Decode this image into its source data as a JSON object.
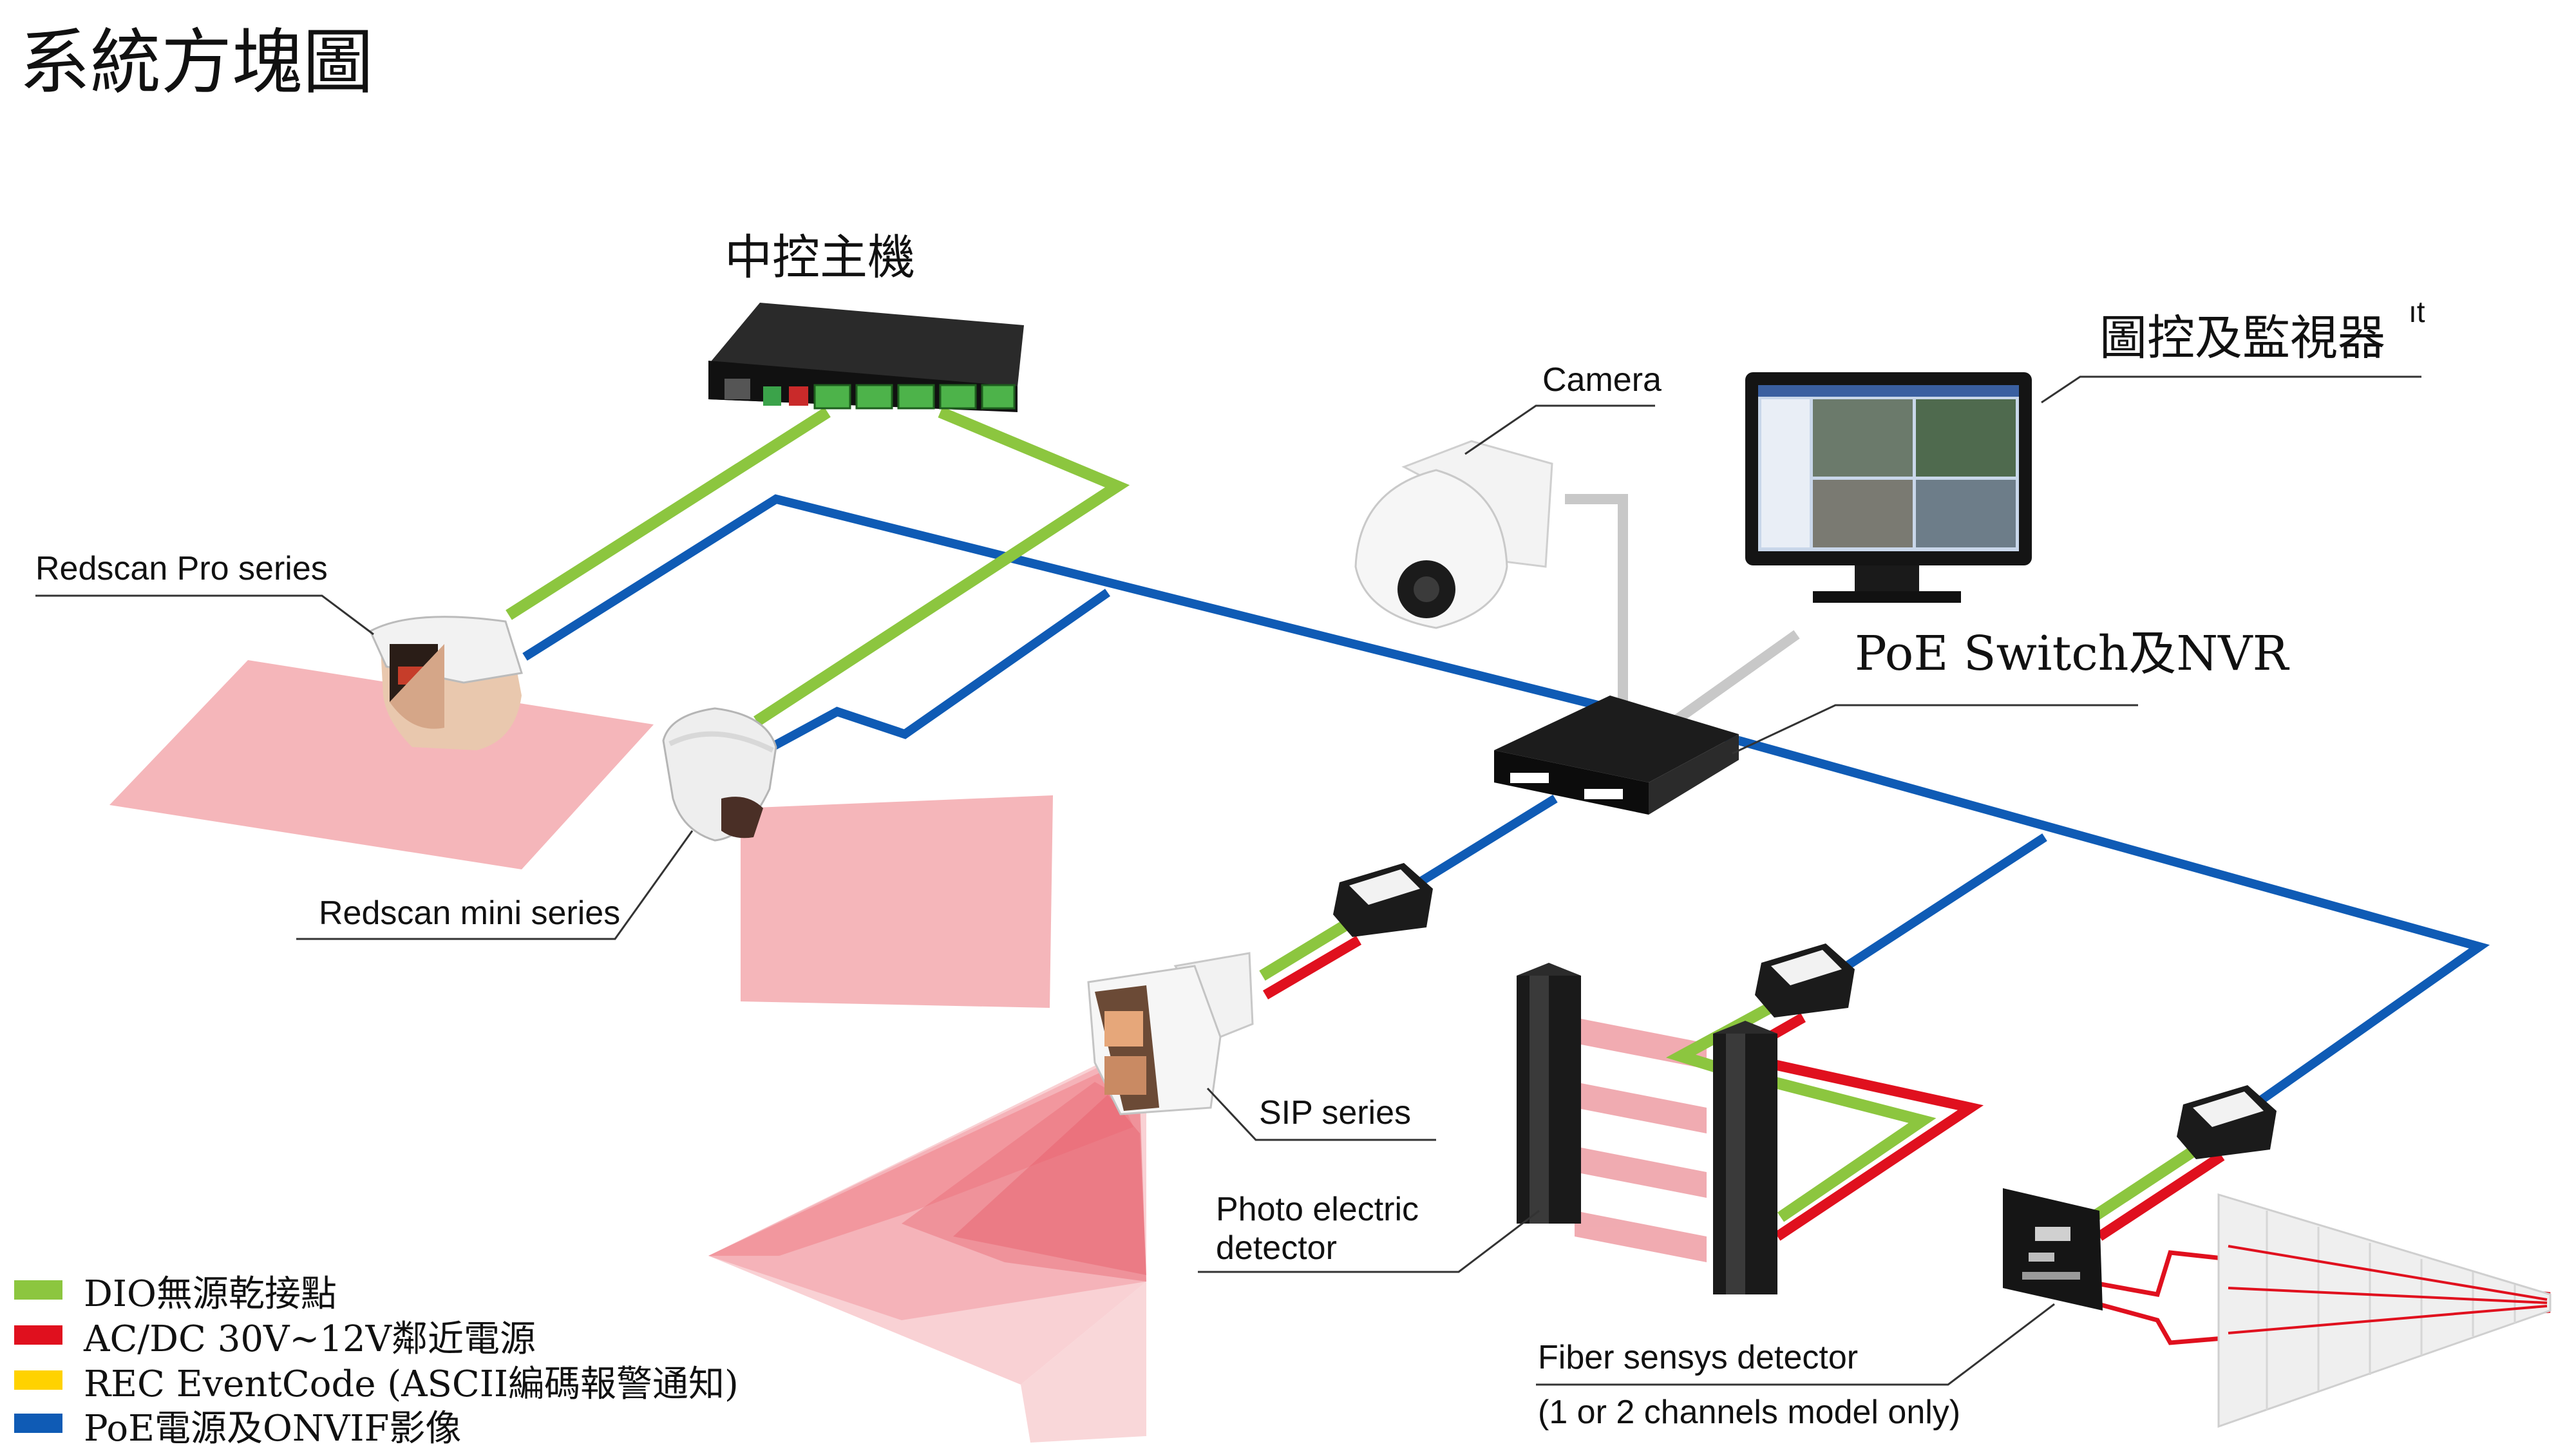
{
  "title": "系統方塊圖",
  "colors": {
    "dio": "#8cc63f",
    "power": "#e0101e",
    "rec": "#ffd200",
    "poe": "#0f5bb5",
    "gray_link": "#c8c8c8",
    "zone": "#f19aa0",
    "leader": "#333333"
  },
  "labels": {
    "controller": "中控主機",
    "monitor": "圖控及監視器",
    "monitor_fragment": "ıt",
    "camera": "Camera",
    "switch": "PoE Switch及NVR",
    "redscan_pro": "Redscan Pro series",
    "redscan_mini": "Redscan mini series",
    "sip": "SIP series",
    "photo_line1": "Photo electric",
    "photo_line2": "detector",
    "fiber_line1": "Fiber sensys detector",
    "fiber_line2": "(1 or 2 channels model only)"
  },
  "legend": [
    {
      "key": "dio",
      "label": "DIO無源乾接點"
    },
    {
      "key": "power",
      "label": "AC/DC 30V~12V鄰近電源"
    },
    {
      "key": "rec",
      "label": "REC EventCode (ASCII編碼報警通知)"
    },
    {
      "key": "poe",
      "label": "PoE電源及ONVIF影像"
    }
  ]
}
